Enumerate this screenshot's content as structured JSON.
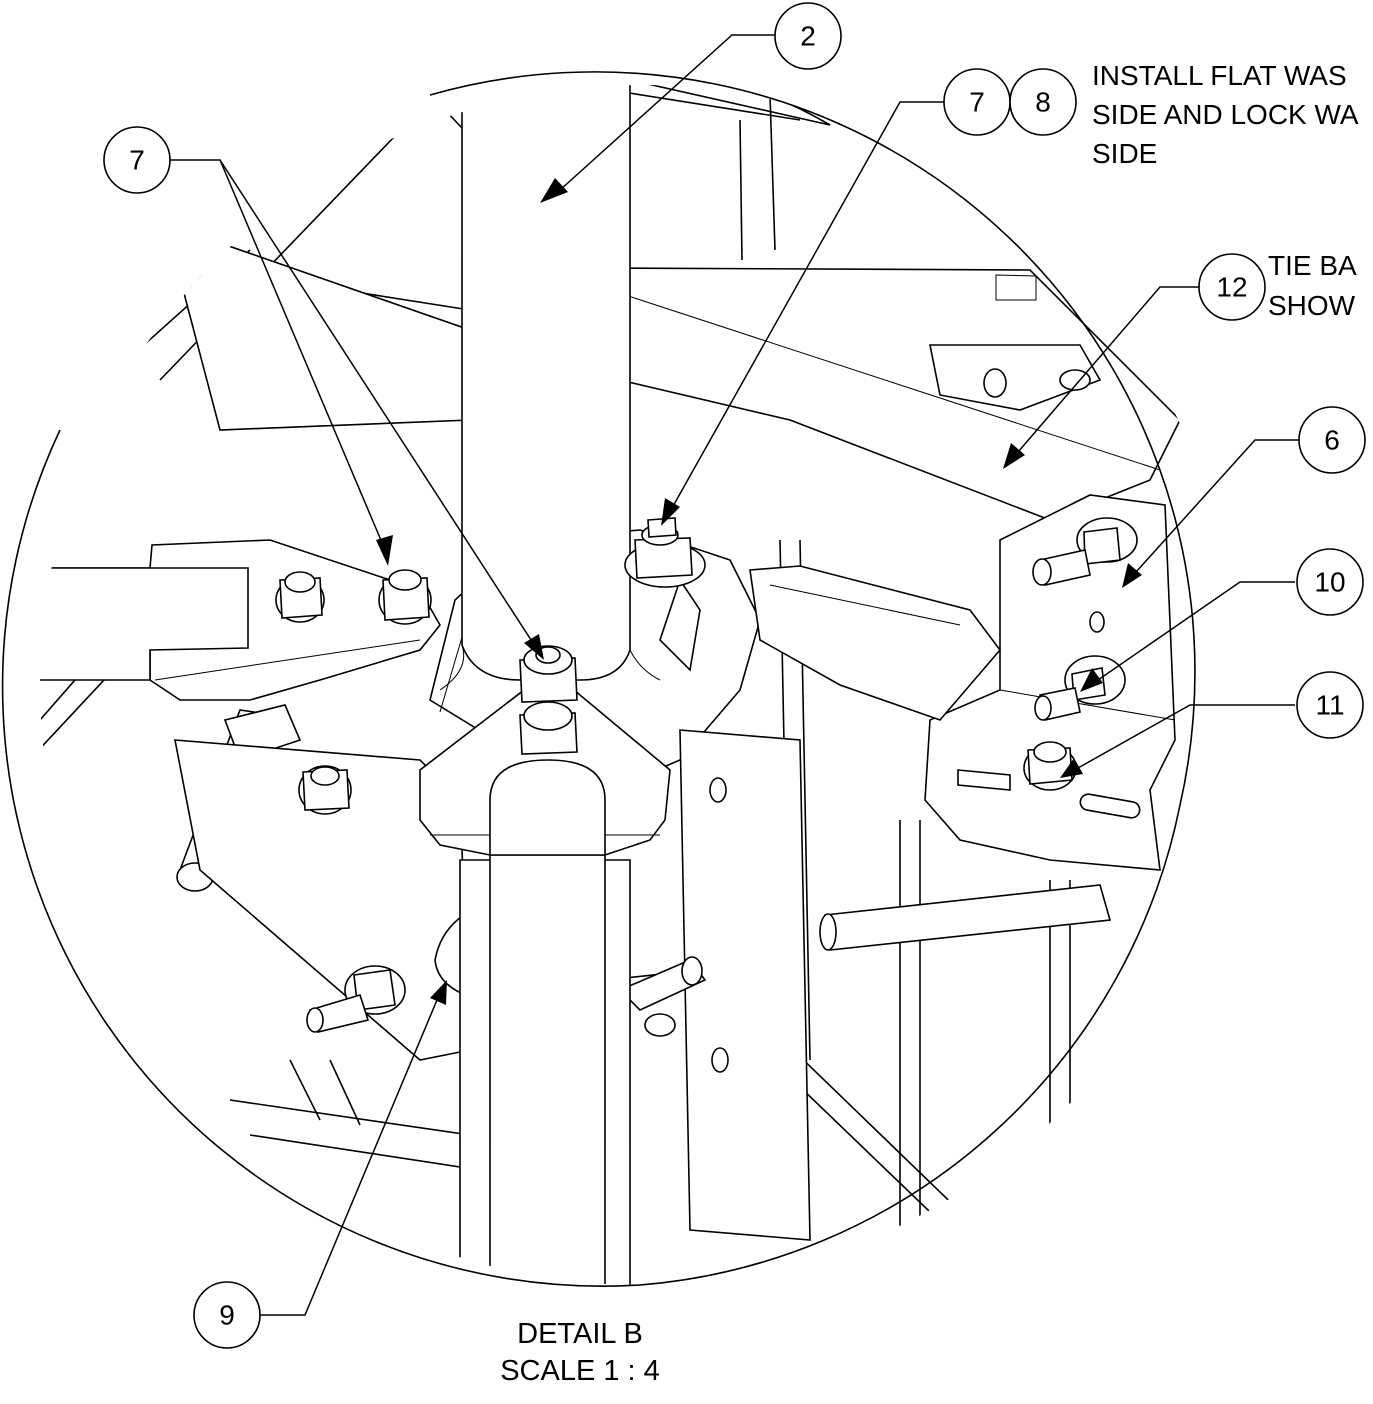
{
  "balloons": {
    "b2": "2",
    "b7a": "7",
    "b7b": "7",
    "b8": "8",
    "b12": "12",
    "b6": "6",
    "b10": "10",
    "b11": "11",
    "b9": "9"
  },
  "notes": {
    "washer_line1": "INSTALL FLAT WAS",
    "washer_line2": "SIDE AND LOCK WA",
    "washer_line3": "SIDE",
    "tiebar_line1": "TIE BA",
    "tiebar_line2": "SHOW"
  },
  "detail": {
    "name": "DETAIL B",
    "scale": "SCALE 1 : 4"
  }
}
